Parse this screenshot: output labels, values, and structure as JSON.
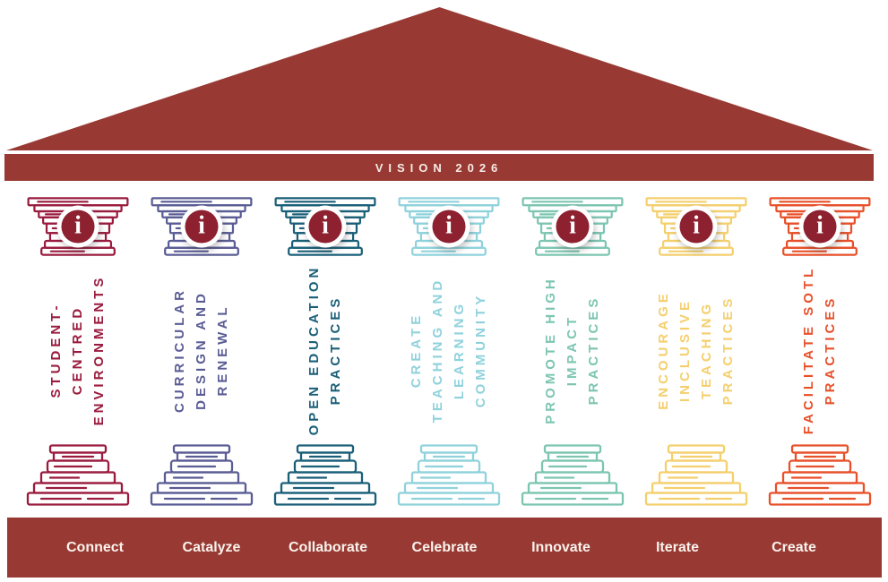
{
  "title": "Vision 2026 temple diagram",
  "roof": {
    "banner_label": "VISION 2026"
  },
  "colors": {
    "roof": "#983a33",
    "info_icon": "#8d2130"
  },
  "info_icon_glyph": "i",
  "pillars": [
    {
      "name": "student-centred-environments",
      "color": "#9a1b3e",
      "text": "STUDENT-\nCENTRED\nENVIRONMENTS",
      "footer_label": "Connect"
    },
    {
      "name": "curricular-design-and-renewal",
      "color": "#5a5c94",
      "text": "CURRICULAR\nDESIGN AND\nRENEWAL",
      "footer_label": "Catalyze"
    },
    {
      "name": "open-education-practices",
      "color": "#1a5f78",
      "text": "OPEN EDUCATION\nPRACTICES",
      "footer_label": "Collaborate"
    },
    {
      "name": "create-teaching-and-learning-community",
      "color": "#8fd2dc",
      "text": "CREATE\nTEACHING AND\nLEARNING\nCOMMUNITY",
      "footer_label": "Celebrate"
    },
    {
      "name": "promote-high-impact-practices",
      "color": "#7cc5b1",
      "text": "PROMOTE HIGH\nIMPACT\nPRACTICES",
      "footer_label": "Innovate"
    },
    {
      "name": "encourage-inclusive-teaching-practices",
      "color": "#f4cf6d",
      "text": "ENCOURAGE\nINCLUSIVE\nTEACHING\nPRACTICES",
      "footer_label": "Iterate"
    },
    {
      "name": "facilitate-sotl-practices",
      "color": "#e8502a",
      "text": "FACILITATE SOTL\nPRACTICES",
      "footer_label": "Create"
    }
  ]
}
